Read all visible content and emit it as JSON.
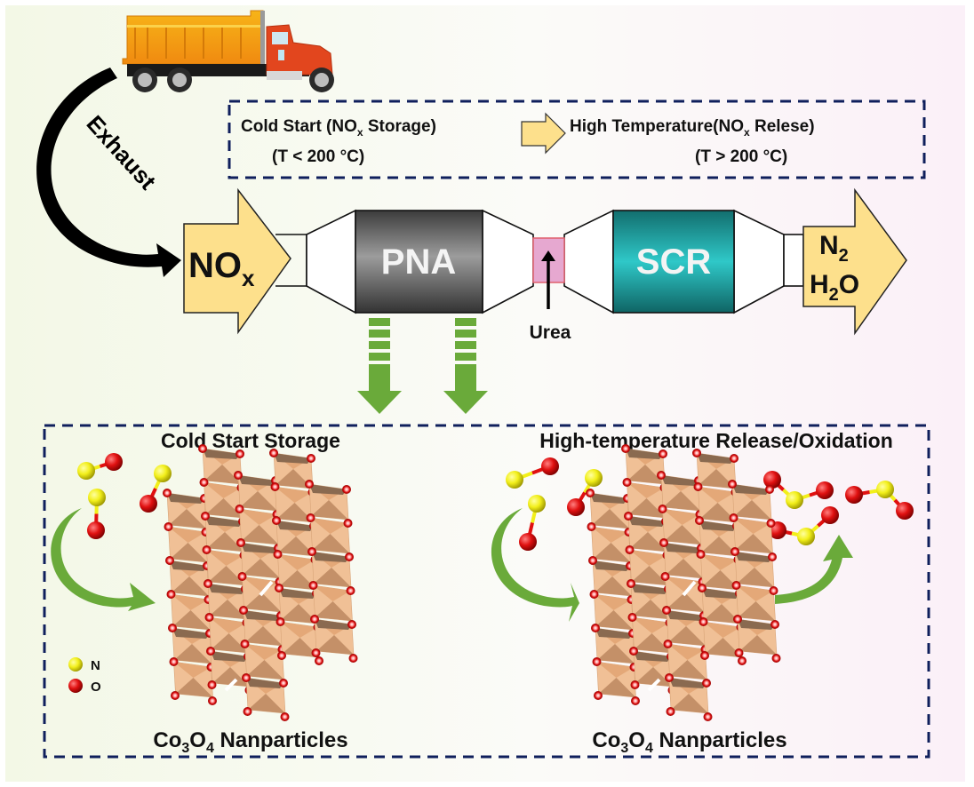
{
  "colors": {
    "bg_left": "#f3f8e6",
    "bg_right": "#fbf0f8",
    "dash_border": "#0f1f5c",
    "arrow_fill": "#fde08c",
    "pna_dark": "#3a3a3a",
    "pna_light": "#9a9a9a",
    "scr_dark": "#127070",
    "scr_light": "#2ec4c4",
    "urea_fill": "#e6a8d0",
    "urea_border": "#e0606e",
    "green": "#6aaa3a",
    "nitrogen": "#f2ef1a",
    "oxygen": "#e01010",
    "crystal": "#e8b48a",
    "crystal_shade": "#8a6a50"
  },
  "exhaust": {
    "label": "Exhaust"
  },
  "conditions": {
    "cold": {
      "line1_pre": "Cold Start (NO",
      "line1_sub": "x",
      "line1_post": " Storage)",
      "line2": "(T < 200 °C)"
    },
    "hot": {
      "line1_pre": "High Temperature(NO",
      "line1_sub": "x",
      "line1_post": "  Relese)",
      "line2": "(T > 200 °C)"
    }
  },
  "flow": {
    "inlet": {
      "main": "NO",
      "sub": "x"
    },
    "pna": "PNA",
    "urea": "Urea",
    "scr": "SCR",
    "outlet": {
      "line1_main": "N",
      "line1_sub": "2",
      "line2_pre": "H",
      "line2_sub": "2",
      "line2_post": "O"
    }
  },
  "panels": {
    "left": {
      "title": "Cold Start Storage",
      "caption_pre": "Co",
      "caption_sub1": "3",
      "caption_mid": "O",
      "caption_sub2": "4",
      "caption_post": " Nanparticles"
    },
    "right": {
      "title": "High-temperature Release/Oxidation",
      "caption_pre": "Co",
      "caption_sub1": "3",
      "caption_mid": "O",
      "caption_sub2": "4",
      "caption_post": " Nanparticles"
    }
  },
  "legend": [
    {
      "symbol": "N",
      "element": "nitrogen"
    },
    {
      "symbol": "O",
      "element": "oxygen"
    }
  ]
}
